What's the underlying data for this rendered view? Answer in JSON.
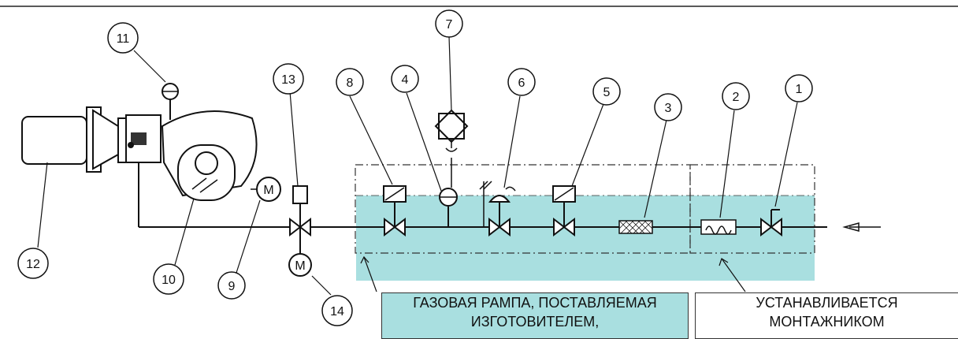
{
  "diagram": {
    "callouts": [
      "1",
      "2",
      "3",
      "4",
      "5",
      "6",
      "7",
      "8",
      "9",
      "10",
      "11",
      "12",
      "13",
      "14"
    ],
    "pump_symbol": "M",
    "motor_symbol": "M",
    "supplier_label": {
      "line1": "ГАЗОВАЯ РАМПА, ПОСТАВЛЯЕМАЯ",
      "line2": "ИЗГОТОВИТЕЛЕМ,"
    },
    "installer_label": {
      "line1": "УСТАНАВЛИВАЕТСЯ",
      "line2": "МОНТАЖНИКОМ"
    },
    "colors": {
      "supplied_area": "#a9dfe0",
      "line": "#111111"
    }
  }
}
